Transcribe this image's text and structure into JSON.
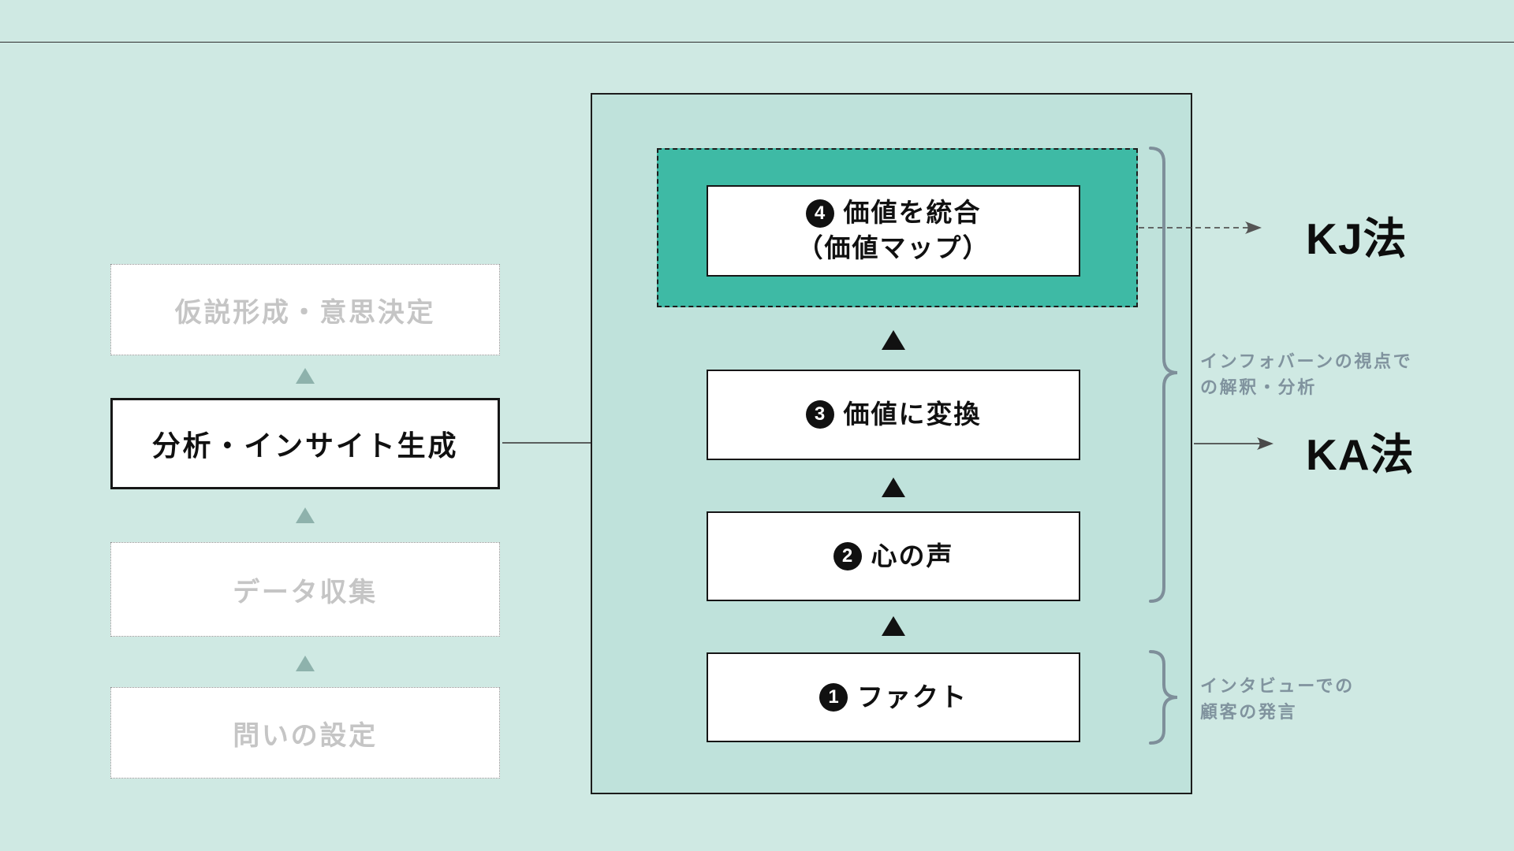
{
  "page": {
    "background_color": "#cfe9e3",
    "top_divider_color": "#2e2e2e"
  },
  "left_flow": {
    "flow_direction": "bottom-to-top",
    "steps_top_to_bottom": [
      {
        "label": "仮説形成・意思決定",
        "state": "inactive"
      },
      {
        "label": "分析・インサイト生成",
        "state": "active"
      },
      {
        "label": "データ収集",
        "state": "inactive"
      },
      {
        "label": "問いの設定",
        "state": "inactive"
      }
    ]
  },
  "process_panel": {
    "flow_direction": "bottom-to-top",
    "steps_top_to_bottom": [
      {
        "number": "4",
        "label": "価値を統合",
        "sublabel": "（価値マップ）",
        "highlighted": true
      },
      {
        "number": "3",
        "label": "価値に変換",
        "highlighted": false
      },
      {
        "number": "2",
        "label": "心の声",
        "highlighted": false
      },
      {
        "number": "1",
        "label": "ファクト",
        "highlighted": false
      }
    ]
  },
  "methods": {
    "kj_label": "KJ法",
    "ka_label": "KA法"
  },
  "annotations": {
    "interpretation_line1": "インフォバーンの視点で",
    "interpretation_line2": "の解釈・分析",
    "interview_line1": "インタビューでの",
    "interview_line2": "顧客の発言"
  },
  "colors": {
    "highlight_teal": "#3ebaa5",
    "panel_background": "#bfe2db",
    "page_background": "#cfe9e3",
    "inactive_text_gray": "#c5c5c5",
    "annotation_slate_gray": "#80939e",
    "flow_triangle_teal": "#8eb2ac",
    "black": "#111111"
  }
}
